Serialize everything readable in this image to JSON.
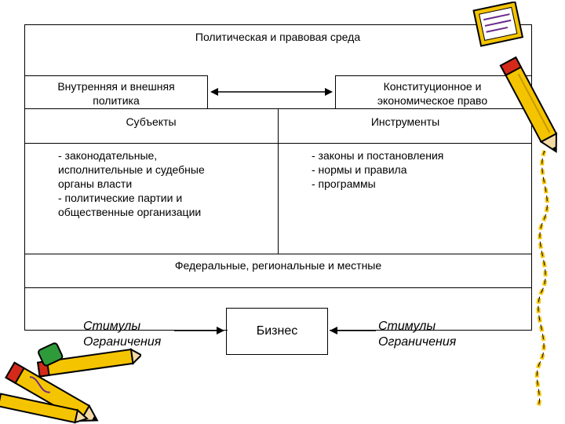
{
  "diagram": {
    "title": "Политическая и правовая среда",
    "left_box": "Внутренняя и внешняя политика",
    "right_box": "Конституционное и экономическое право",
    "subjects_header": "Субъекты",
    "instruments_header": "Инструменты",
    "subjects_list": [
      "- законодательные,",
      "исполнительные и судебные",
      "органы власти",
      "- политические партии и",
      "общественные организации"
    ],
    "instruments_list": [
      "- законы и постановления",
      "- нормы и правила",
      "- программы"
    ],
    "levels": "Федеральные, региональные и местные",
    "business": "Бизнес",
    "left_factors": [
      "Стимулы",
      "Ограничения"
    ],
    "right_factors": [
      "Стимулы",
      "Ограничения"
    ]
  },
  "decorations": {
    "top_right_icon": "pencil-icon",
    "bottom_left_icon": "pencils-bundle-icon",
    "colors": {
      "pencil_yellow": "#f5c400",
      "pencil_red": "#d42a1a",
      "pencil_green": "#2f9a3a",
      "pencil_purple": "#6a2a8a"
    }
  }
}
